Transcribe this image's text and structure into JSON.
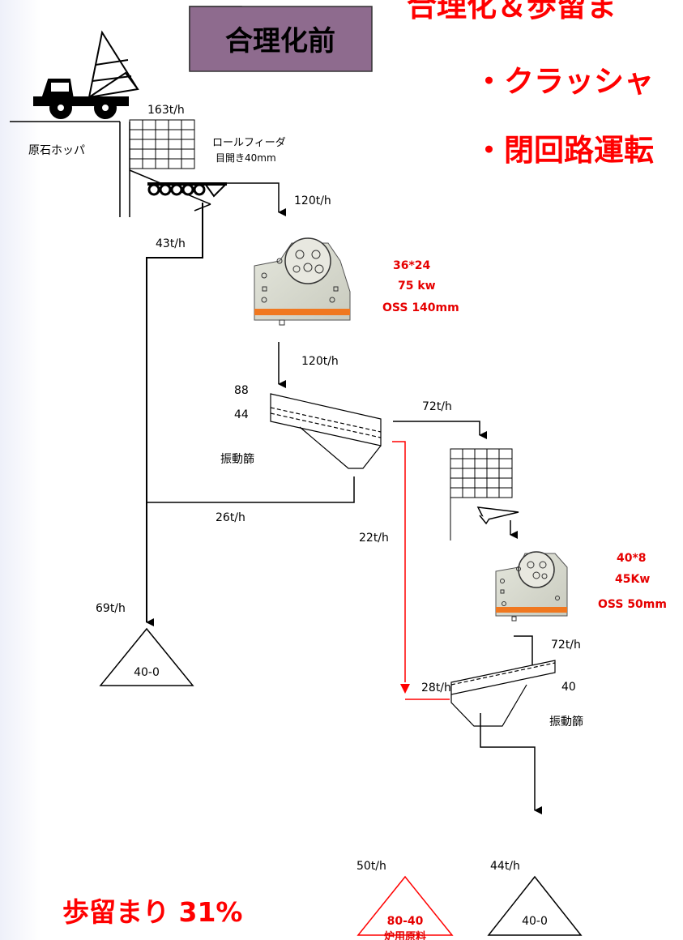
{
  "header": {
    "title_fragment": "合理化＆歩留ま",
    "before_label": "合理化前",
    "bullets": [
      "・クラッシャ",
      "・閉回路運転"
    ]
  },
  "hopper": {
    "label": "原石ホッパ",
    "inflow": "163t/h",
    "feeder_label": "ロールフィーダ",
    "feeder_spec": "目開き40mm"
  },
  "flows": {
    "feeder_to_crusher": "120t/h",
    "bypass": "43t/h",
    "crusher_to_screen": "120t/h",
    "screen_to_secondary": "72t/h",
    "screen_fines": "26t/h",
    "screen_to_furnace": "22t/h",
    "total_fines": "69t/h",
    "secondary_to_screen": "72t/h",
    "screen2_recirc": "28t/h",
    "furnace_total": "50t/h",
    "secondary_fines": "44t/h"
  },
  "crusher1": {
    "size": "36*24",
    "power": "75 kw",
    "oss": "OSS 140mm"
  },
  "screen1": {
    "deck_upper": "88",
    "deck_lower": "44",
    "label": "振動篩"
  },
  "crusher2": {
    "size": "40*8",
    "power": "45Kw",
    "oss": "OSS 50mm"
  },
  "screen2": {
    "deck": "40",
    "label": "振動篩"
  },
  "piles": {
    "fines_left": "40-0",
    "furnace": "80-40",
    "furnace_label": "炉用原料",
    "fines_right": "40-0"
  },
  "yield": "歩留まり 31%",
  "colors": {
    "accent_red": "#ff0000",
    "product_red": "#e60000",
    "badge_purple": "#8e6b8e",
    "orange_band": "#f07820"
  }
}
